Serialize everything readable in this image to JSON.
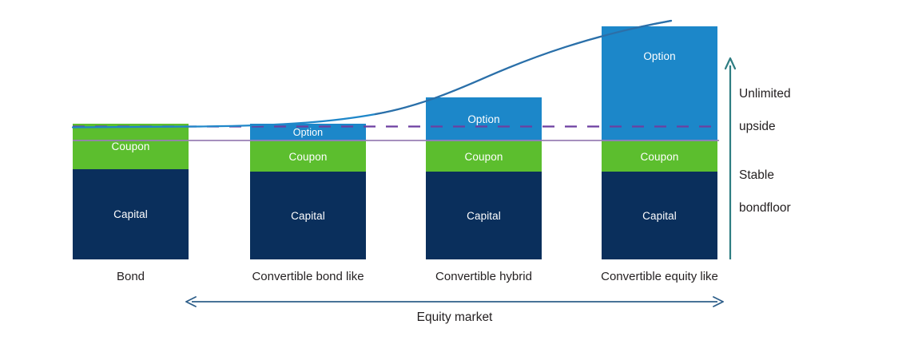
{
  "chart_data": {
    "type": "bar",
    "title": "",
    "subtitle": "",
    "xlabel": "Equity market",
    "ylabel": "",
    "grid": false,
    "legend_position": "in-bar-labels",
    "stacked": true,
    "categories": [
      "Bond",
      "Convertible bond like",
      "Convertible hybrid",
      "Convertible equity like"
    ],
    "series": [
      {
        "name": "Capital",
        "color": "#0a2f5c",
        "values": [
          110,
          110,
          110,
          110
        ]
      },
      {
        "name": "Coupon",
        "color": "#5cbe2e",
        "values": [
          55,
          38,
          38,
          38
        ]
      },
      {
        "name": "Option",
        "color": "#1c87c9",
        "values": [
          0,
          21,
          55,
          144
        ]
      }
    ],
    "reference_lines": [
      {
        "name": "bond-floor-dashed",
        "style": "dashed",
        "color": "#6c3fa0",
        "value": 159
      },
      {
        "name": "conversion-solid",
        "style": "solid",
        "color": "#9a7fb5",
        "value": 176
      }
    ],
    "overlay_curve": {
      "name": "equity-value-curve",
      "color": "#1f6fb2",
      "description": "Convex equity value curve rising left to right"
    },
    "annotations": [
      {
        "name": "unlimited-upside",
        "text": "Unlimited\nupside"
      },
      {
        "name": "stable-bondfloor",
        "text": "Stable\nbondfloor"
      }
    ]
  },
  "bars": [
    {
      "category": "Bond",
      "segments": [
        {
          "label": "Option",
          "visible": false
        },
        {
          "label": "Coupon",
          "visible": true
        },
        {
          "label": "Capital",
          "visible": true
        }
      ]
    },
    {
      "category": "Convertible bond like",
      "segments": [
        {
          "label": "Option",
          "visible": true
        },
        {
          "label": "Coupon",
          "visible": true
        },
        {
          "label": "Capital",
          "visible": true
        }
      ]
    },
    {
      "category": "Convertible hybrid",
      "segments": [
        {
          "label": "Option",
          "visible": true
        },
        {
          "label": "Coupon",
          "visible": true
        },
        {
          "label": "Capital",
          "visible": true
        }
      ]
    },
    {
      "category": "Convertible equity like",
      "segments": [
        {
          "label": "Option",
          "visible": true
        },
        {
          "label": "Coupon",
          "visible": true
        },
        {
          "label": "Capital",
          "visible": true
        }
      ]
    }
  ],
  "labels": {
    "capital": "Capital",
    "coupon": "Coupon",
    "option": "Option",
    "cat1": "Bond",
    "cat2": "Convertible bond like",
    "cat3": "Convertible hybrid",
    "cat4": "Convertible equity like",
    "equity_market": "Equity market",
    "unlimited_upside_l1": "Unlimited",
    "unlimited_upside_l2": "upside",
    "stable_bondfloor_l1": "Stable",
    "stable_bondfloor_l2": "bondfloor"
  },
  "colors": {
    "capital": "#0a2f5c",
    "coupon": "#5cbe2e",
    "option": "#1c87c9",
    "curve": "#1f6fb2",
    "dashed_line": "#6c3fa0",
    "solid_line": "#9a7fb5",
    "right_axis_arrow": "#2e7d82",
    "bottom_arrow": "#2e5f8a",
    "text": "#231f20"
  }
}
